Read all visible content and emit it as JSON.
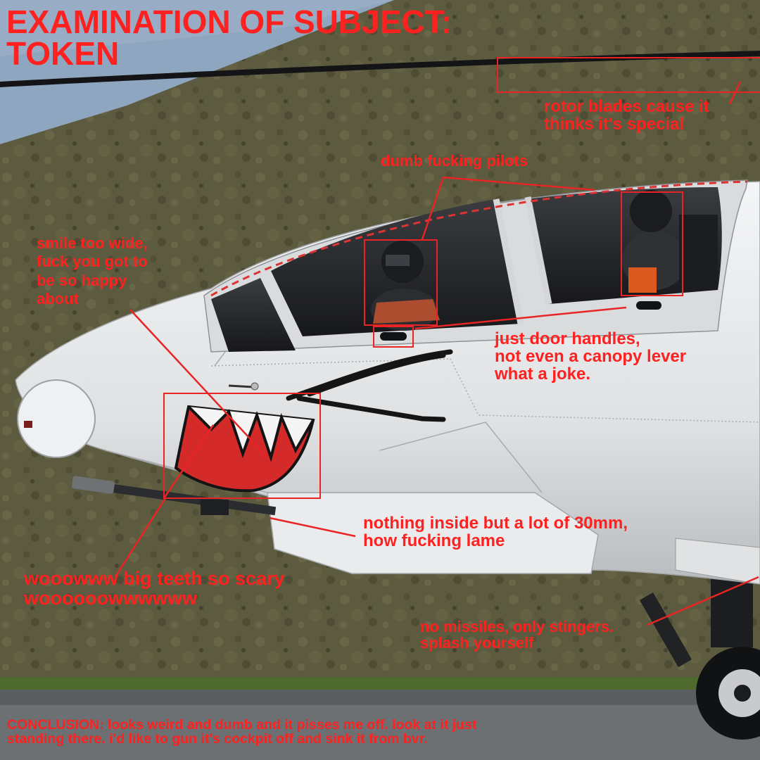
{
  "title": "EXAMINATION OF SUBJECT:\nTOKEN",
  "annotations": {
    "rotor": "rotor blades cause it\nthinks it's special",
    "pilots": "dumb fucking pilots",
    "smile": "smile too wide,\nfuck you got to\nbe so happy\nabout",
    "handles": "just door handles,\nnot even a canopy lever\nwhat a joke.",
    "gun": "nothing inside but a lot of 30mm,\nhow fucking lame",
    "teeth": "wooowww big teeth so scary\nwoooooowwwwww",
    "missiles": "no missiles, only stingers.\nsplash yourself"
  },
  "conclusion": "CONCLUSION: looks weird and dumb  and it pisses me off. look at it just\nstanding there. i'd like to gun it's cockpit off and sink it from bvr.",
  "colors": {
    "annotation": "#ff2020",
    "hillside": "#5c5a3e",
    "sky": "#8aa3bd",
    "fuselage": "#e4e6e8",
    "shark_mouth": "#d42a2a"
  }
}
